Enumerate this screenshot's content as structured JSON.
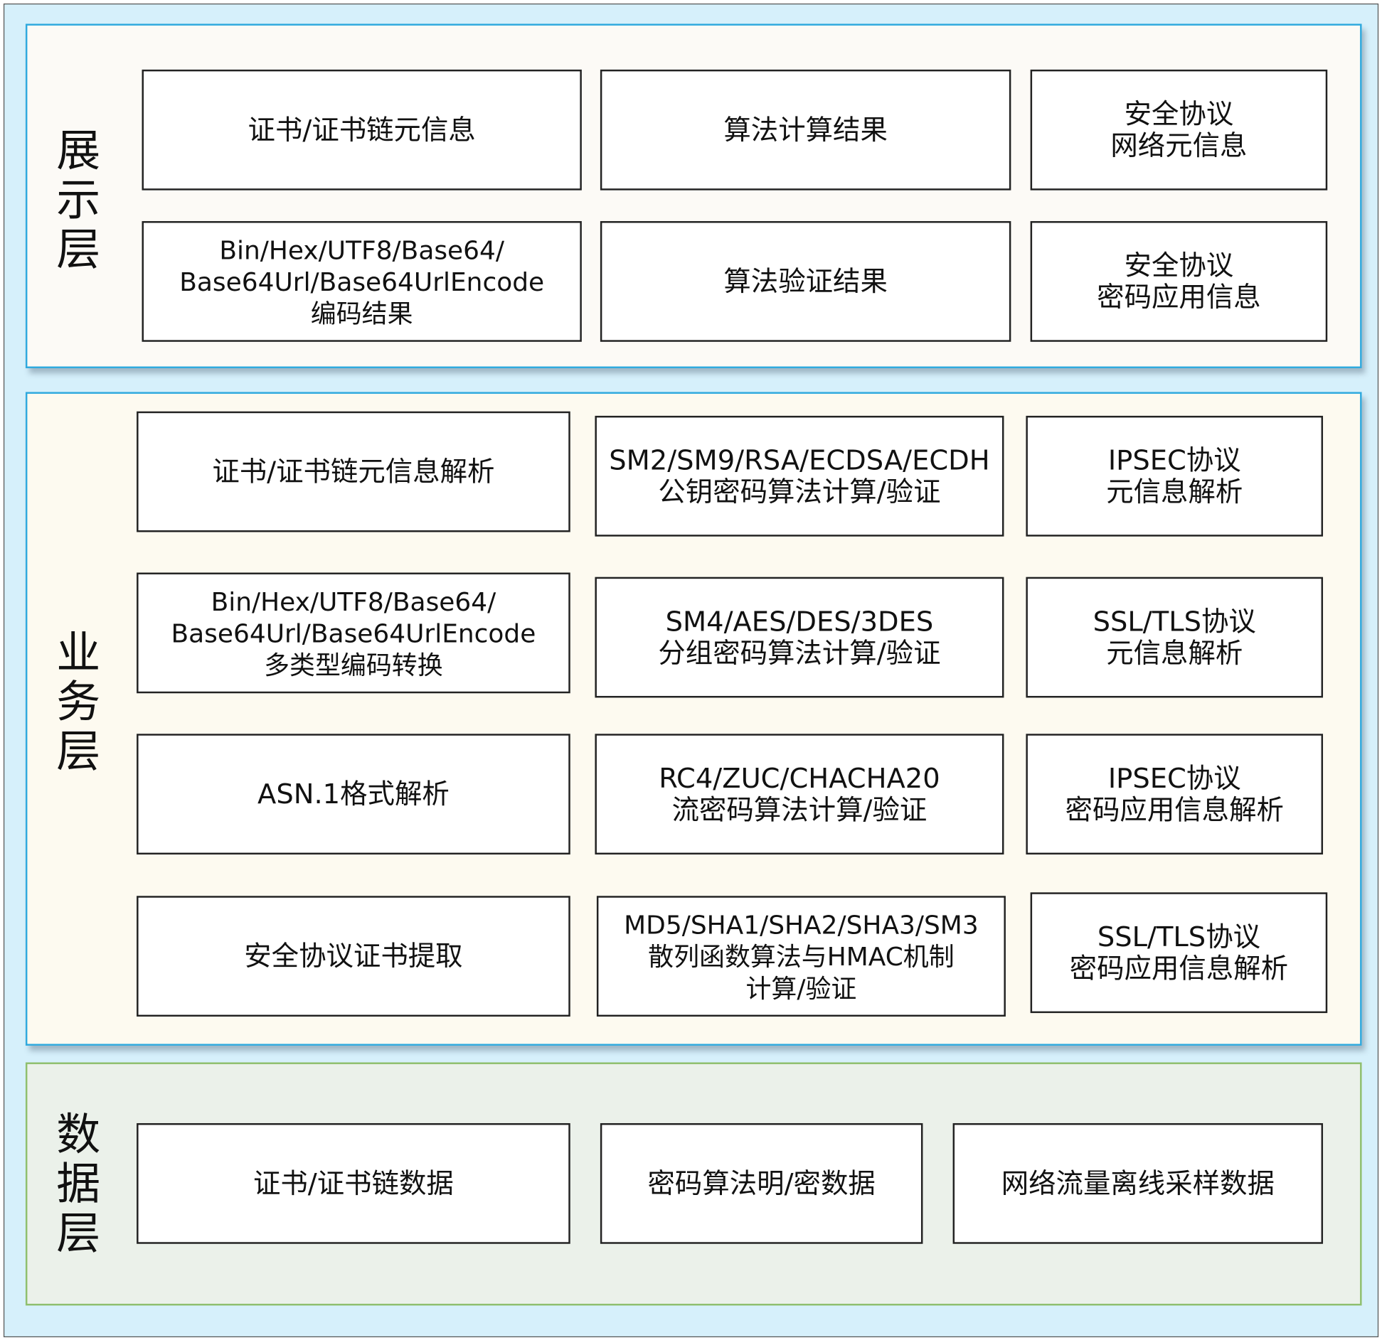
{
  "layers": {
    "presentation": {
      "title": "展示层",
      "boxes": [
        {
          "lines": [
            "证书/证书链元信息"
          ]
        },
        {
          "lines": [
            "算法计算结果"
          ]
        },
        {
          "lines": [
            "安全协议",
            "网络元信息"
          ]
        },
        {
          "lines": [
            "Bin/Hex/UTF8/Base64/",
            "Base64Url/Base64UrlEncode",
            "编码结果"
          ]
        },
        {
          "lines": [
            "算法验证结果"
          ]
        },
        {
          "lines": [
            "安全协议",
            "密码应用信息"
          ]
        }
      ]
    },
    "business": {
      "title": "业务层",
      "boxes": [
        {
          "lines": [
            "证书/证书链元信息解析"
          ]
        },
        {
          "lines": [
            "SM2/SM9/RSA/ECDSA/ECDH",
            "公钥密码算法计算/验证"
          ]
        },
        {
          "lines": [
            "IPSEC协议",
            "元信息解析"
          ]
        },
        {
          "lines": [
            "Bin/Hex/UTF8/Base64/",
            "Base64Url/Base64UrlEncode",
            "多类型编码转换"
          ]
        },
        {
          "lines": [
            "SM4/AES/DES/3DES",
            "分组密码算法计算/验证"
          ]
        },
        {
          "lines": [
            "SSL/TLS协议",
            "元信息解析"
          ]
        },
        {
          "lines": [
            "ASN.1格式解析"
          ]
        },
        {
          "lines": [
            "RC4/ZUC/CHACHA20",
            "流密码算法计算/验证"
          ]
        },
        {
          "lines": [
            "IPSEC协议",
            "密码应用信息解析"
          ]
        },
        {
          "lines": [
            "安全协议证书提取"
          ]
        },
        {
          "lines": [
            "MD5/SHA1/SHA2/SHA3/SM3",
            "散列函数算法与HMAC机制",
            "计算/验证"
          ]
        },
        {
          "lines": [
            "SSL/TLS协议",
            "密码应用信息解析"
          ]
        }
      ]
    },
    "data": {
      "title": "数据层",
      "boxes": [
        {
          "lines": [
            "证书/证书链数据"
          ]
        },
        {
          "lines": [
            "密码算法明/密数据"
          ]
        },
        {
          "lines": [
            "网络流量离线采样数据"
          ]
        }
      ]
    }
  },
  "colors": {
    "background": "#d6f0fb",
    "panel_border": "#2fa9de",
    "data_panel_border": "#8fbf6e"
  }
}
